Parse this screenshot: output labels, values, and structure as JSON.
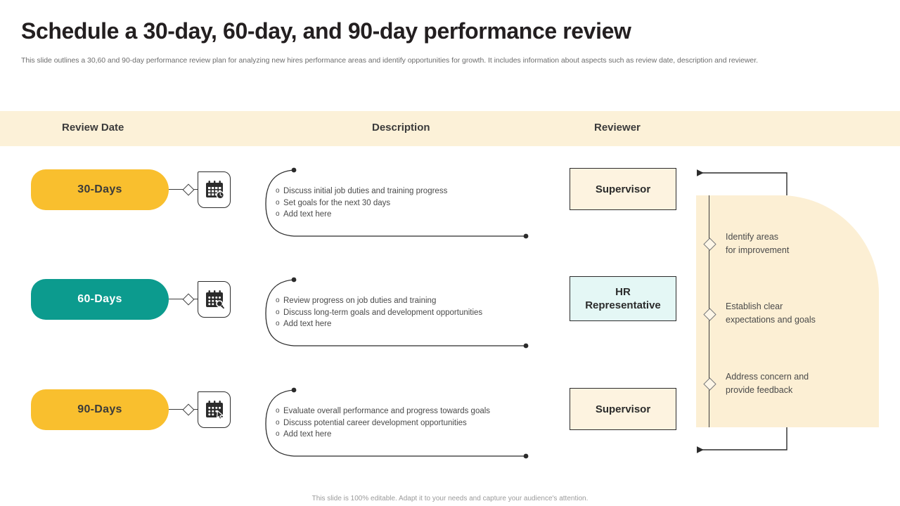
{
  "slide": {
    "title": "Schedule a 30-day, 60-day, and 90-day performance review",
    "subtitle": "This slide outlines a 30,60 and 90-day performance review plan for analyzing new hires performance areas and identify opportunities for growth. It includes information about aspects such as review date, description and reviewer.",
    "footer": "This slide is 100% editable. Adapt it to your needs and capture your audience's attention."
  },
  "colors": {
    "amber": "#f9bf2e",
    "teal": "#0c9b8e",
    "header_band": "#fcf1d8",
    "panel": "#fcefd4",
    "reviewer_cream": "#fdf3e0",
    "reviewer_mint": "#e4f7f5",
    "ink": "#2b2b2b"
  },
  "table": {
    "headers": [
      "Review Date",
      "Description",
      "Reviewer"
    ],
    "rows": [
      {
        "date_label": "30-Days",
        "pill_style": "amber",
        "icon": "calendar-clock-icon",
        "description": [
          "Discuss initial job duties and training progress",
          "Set goals for the next 30 days",
          "Add text here"
        ],
        "reviewer": "Supervisor",
        "reviewer_style": "cream"
      },
      {
        "date_label": "60-Days",
        "pill_style": "teal",
        "icon": "calendar-search-icon",
        "description": [
          "Review  progress  on job duties  and  training",
          "Discuss long-term  goals and  development   opportunities",
          "Add text here"
        ],
        "reviewer": "HR\nRepresentative",
        "reviewer_line1": "HR",
        "reviewer_line2": "Representative",
        "reviewer_style": "mint"
      },
      {
        "date_label": "90-Days",
        "pill_style": "amber",
        "icon": "calendar-cursor-icon",
        "description": [
          "Evaluate  overall  performance  and progress towards goals",
          "Discuss potential  career development  opportunities",
          "Add text here"
        ],
        "reviewer": "Supervisor",
        "reviewer_style": "cream"
      }
    ]
  },
  "panel": {
    "items": [
      {
        "line1": "Identify  areas",
        "line2": "for improvement"
      },
      {
        "line1": "Establish clear",
        "line2": "expectations and goals"
      },
      {
        "line1": "Address concern and",
        "line2": "provide feedback"
      }
    ]
  }
}
